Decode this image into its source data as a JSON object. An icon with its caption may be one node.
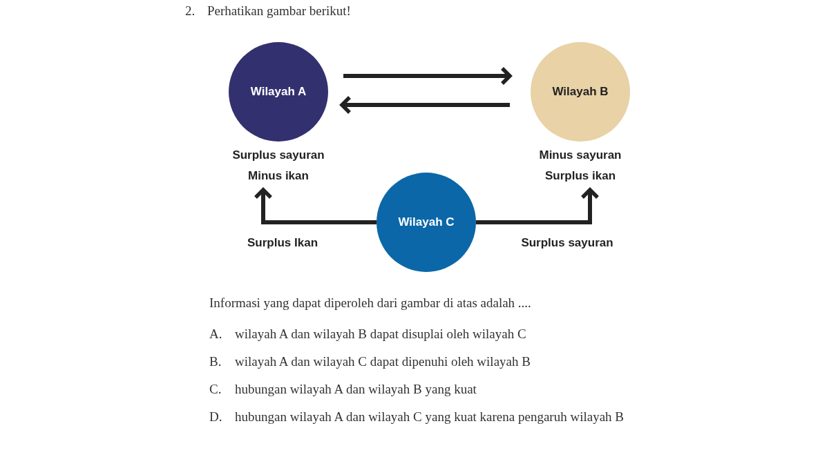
{
  "diagram": {
    "title": "Perhatikan gambar berikut!",
    "nodes": [
      {
        "text": [
          "Wilayah A"
        ],
        "beside": [
          "Surplus sayuran",
          "Minus ikan"
        ]
      },
      {
        "text": [
          "Wilayah B"
        ],
        "beside": [
          "Minus sayuran",
          "Surplus ikan"
        ]
      },
      {
        "text": [
          "Wilayah C"
        ]
      }
    ],
    "edges": [
      {
        "from": 0,
        "to": 1,
        "arrow": "to"
      },
      {
        "from": 1,
        "to": 0,
        "arrow": "to"
      },
      {
        "from": 2,
        "to": 0,
        "arrow": "to",
        "label": "Surplus Ikan"
      },
      {
        "from": 2,
        "to": 1,
        "arrow": "to",
        "label": "Surplus sayuran"
      }
    ],
    "labels": [
      "2.",
      "Informasi yang dapat diperoleh dari gambar di atas adalah ....",
      "A.",
      "wilayah A dan wilayah B dapat disuplai oleh wilayah C",
      "B.",
      "wilayah A dan wilayah C dapat dipenuhi oleh wilayah B",
      "C.",
      "hubungan wilayah A dan wilayah B yang kuat",
      "D.",
      "hubungan wilayah A dan wilayah C yang kuat karena pengaruh wilayah B"
    ]
  }
}
